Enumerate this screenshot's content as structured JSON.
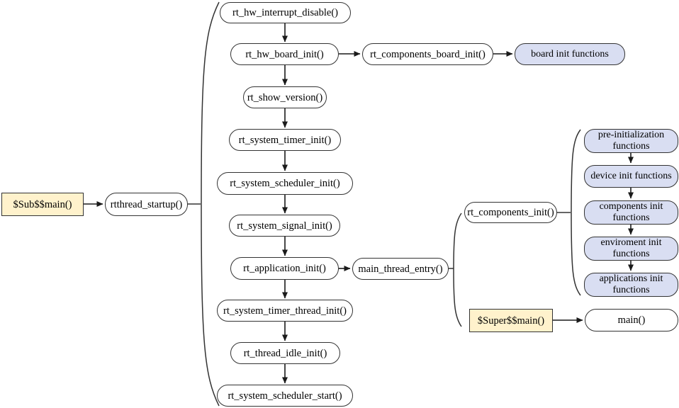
{
  "colors": {
    "canvas_bg": "#ffffff",
    "node_fill": "#ffffff",
    "highlight_fill": "#fff2cc",
    "blue_fill": "#d9def2",
    "stroke": "#333333",
    "arrow": "#1a1a1a"
  },
  "nodes": {
    "sub_main": "$Sub$$main()",
    "rtthread_startup": "rtthread_startup()",
    "rt_hw_interrupt_disable": "rt_hw_interrupt_disable()",
    "rt_hw_board_init": "rt_hw_board_init()",
    "rt_components_board_init": "rt_components_board_init()",
    "board_init_functions": "board init functions",
    "rt_show_version": "rt_show_version()",
    "rt_system_timer_init": "rt_system_timer_init()",
    "rt_system_scheduler_init": "rt_system_scheduler_init()",
    "rt_system_signal_init": "rt_system_signal_init()",
    "rt_application_init": "rt_application_init()",
    "main_thread_entry": "main_thread_entry()",
    "rt_system_timer_thread_init": "rt_system_timer_thread_init()",
    "rt_thread_idle_init": "rt_thread_idle_init()",
    "rt_system_scheduler_start": "rt_system_scheduler_start()",
    "rt_components_init": "rt_components_init()",
    "pre_initialization_functions": "pre-initialization functions",
    "device_init_functions": "device init functions",
    "components_init_functions": "components init functions",
    "enviroment_init_functions": "enviroment init functions",
    "applications_init_functions": "applications init functions",
    "super_main": "$Super$$main()",
    "main": "main()"
  }
}
